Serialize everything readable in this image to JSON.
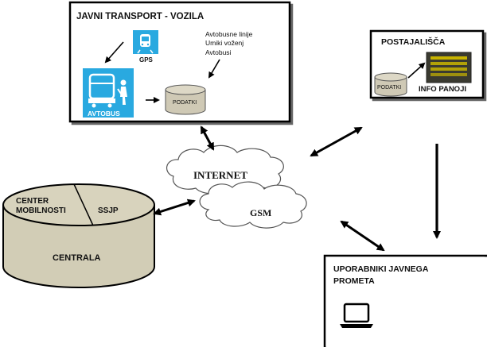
{
  "transport_box": {
    "title": "JAVNI TRANSPORT - VOZILA",
    "gps_label": "GPS",
    "bus_label": "AVTOBUS",
    "db_label": "PODATKI",
    "notes": [
      "Avtobusne linije",
      "Umiki voženj",
      "Avtobusi"
    ]
  },
  "stops_box": {
    "title": "POSTAJALIŠČA",
    "db_label": "PODATKI",
    "panel_label": "INFO PANOJI"
  },
  "network": {
    "internet_label": "INTERNET",
    "gsm_label": "GSM"
  },
  "central": {
    "center_label_line1": "CENTER",
    "center_label_line2": "MOBILNOSTI",
    "ssjp_label": "SSJP",
    "central_label": "CENTRALA"
  },
  "users_box": {
    "title_line1": "UPORABNIKI JAVNEGA",
    "title_line2": "PROMETA"
  },
  "colors": {
    "accent_blue": "#29a9e0",
    "db_fill": "#cfc9b5",
    "central_fill": "#d2cdb6",
    "panel_dark": "#3a3a30",
    "panel_text": "#c8b400"
  }
}
